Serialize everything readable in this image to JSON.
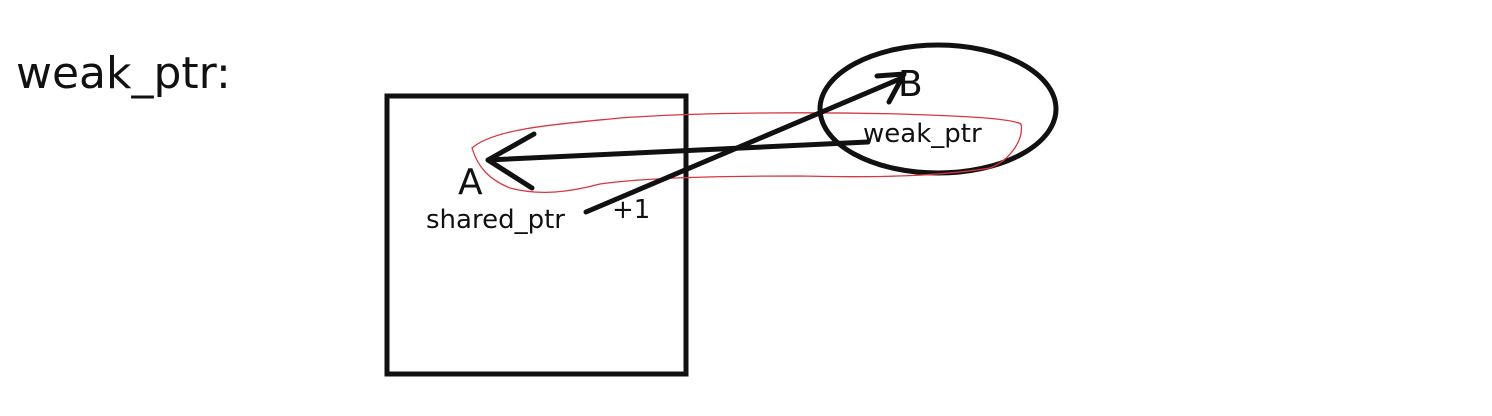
{
  "diagram": {
    "title": "weak_ptr:",
    "node_a": {
      "label": "A",
      "pointer_label": "shared_ptr"
    },
    "node_b": {
      "label": "B",
      "pointer_label": "weak_ptr"
    },
    "refcount_label": "+1"
  },
  "colors": {
    "ink": "#111111",
    "highlight": "#d9363e",
    "background": "#ffffff"
  }
}
